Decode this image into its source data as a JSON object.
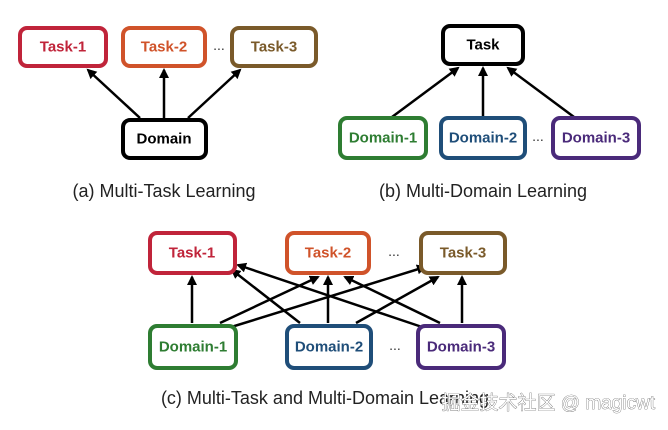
{
  "colors": {
    "task1": "#c0243a",
    "task2": "#d0532a",
    "task3": "#7a5a2a",
    "domain1": "#2e7d32",
    "domain2": "#1f4e79",
    "domain3": "#4a2a7a",
    "black": "#000000"
  },
  "panel_a": {
    "task1": "Task-1",
    "task2": "Task-2",
    "task3": "Task-3",
    "ellipsis": "...",
    "domain": "Domain",
    "caption": "(a) Multi-Task Learning"
  },
  "panel_b": {
    "task": "Task",
    "domain1": "Domain-1",
    "domain2": "Domain-2",
    "domain3": "Domain-3",
    "ellipsis": "...",
    "caption": "(b) Multi-Domain Learning"
  },
  "panel_c": {
    "task1": "Task-1",
    "task2": "Task-2",
    "task3": "Task-3",
    "domain1": "Domain-1",
    "domain2": "Domain-2",
    "domain3": "Domain-3",
    "ellipsis_top": "...",
    "ellipsis_bottom": "...",
    "caption": "(c) Multi-Task and Multi-Domain Learning"
  },
  "watermark": "掘金技术社区 @ magicwt"
}
